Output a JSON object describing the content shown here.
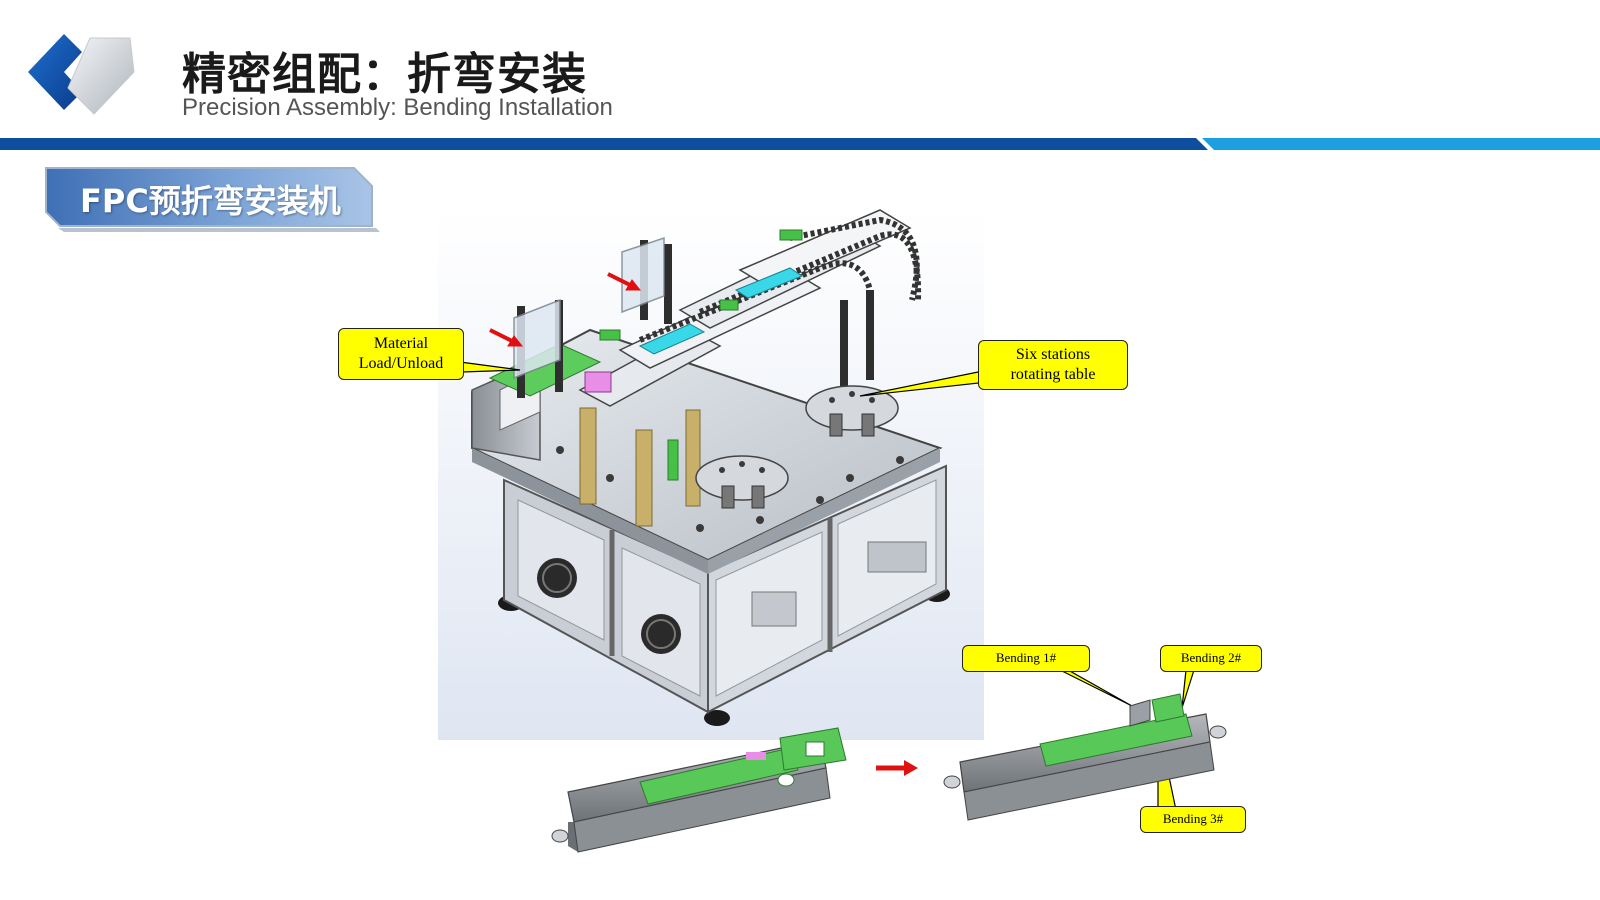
{
  "header": {
    "title_cn": "精密组配：折弯安装",
    "title_en": "Precision Assembly: Bending Installation"
  },
  "section": {
    "label": "FPC预折弯安装机"
  },
  "callouts": {
    "material_load": "Material\nLoad/Unload",
    "six_stations": "Six stations\nrotating table",
    "bending_1": "Bending 1#",
    "bending_2": "Bending 2#",
    "bending_3": "Bending 3#"
  },
  "colors": {
    "accent_dark_blue": "#0d4f9e",
    "accent_light_blue": "#1ea0e0",
    "callout_yellow": "#ffff00",
    "machine_green": "#4cc24c",
    "arrow_red": "#e01010"
  }
}
